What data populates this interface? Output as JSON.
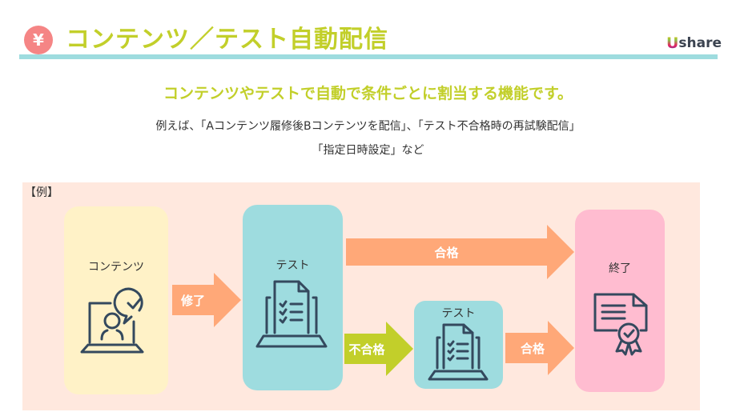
{
  "header": {
    "badge_symbol": "¥",
    "title": "コンテンツ／テスト自動配信",
    "logo_u": "U",
    "logo_text": "share"
  },
  "intro": {
    "headline": "コンテンツやテストで自動で条件ごとに割当する機能です。",
    "line1": "例えば、「Aコンテンツ履修後Bコンテンツを配信」、「テスト不合格時の再試験配信」",
    "line2": "「指定日時設定」など"
  },
  "diagram": {
    "example_label": "【例】",
    "nodes": {
      "content": {
        "label": "コンテンツ",
        "icon": "laptop-user-check-icon"
      },
      "test": {
        "label": "テスト",
        "icon": "laptop-checklist-icon"
      },
      "retest": {
        "label": "テスト",
        "icon": "laptop-checklist-icon"
      },
      "end": {
        "label": "終了",
        "icon": "certificate-icon"
      }
    },
    "arrows": {
      "complete": {
        "label": "修了",
        "color": "#FFA878"
      },
      "pass_top": {
        "label": "合格",
        "color": "#FFA878"
      },
      "fail": {
        "label": "不合格",
        "color": "#C2CF2A"
      },
      "pass_bottom": {
        "label": "合格",
        "color": "#FFA878"
      }
    }
  },
  "colors": {
    "accent_green": "#C2CF2A",
    "rule_teal": "#9EDCDF",
    "panel_bg": "#FFE8DE",
    "content_yellow": "#FFF2C7",
    "end_pink": "#FFBCD0",
    "badge_red": "#F58585"
  }
}
